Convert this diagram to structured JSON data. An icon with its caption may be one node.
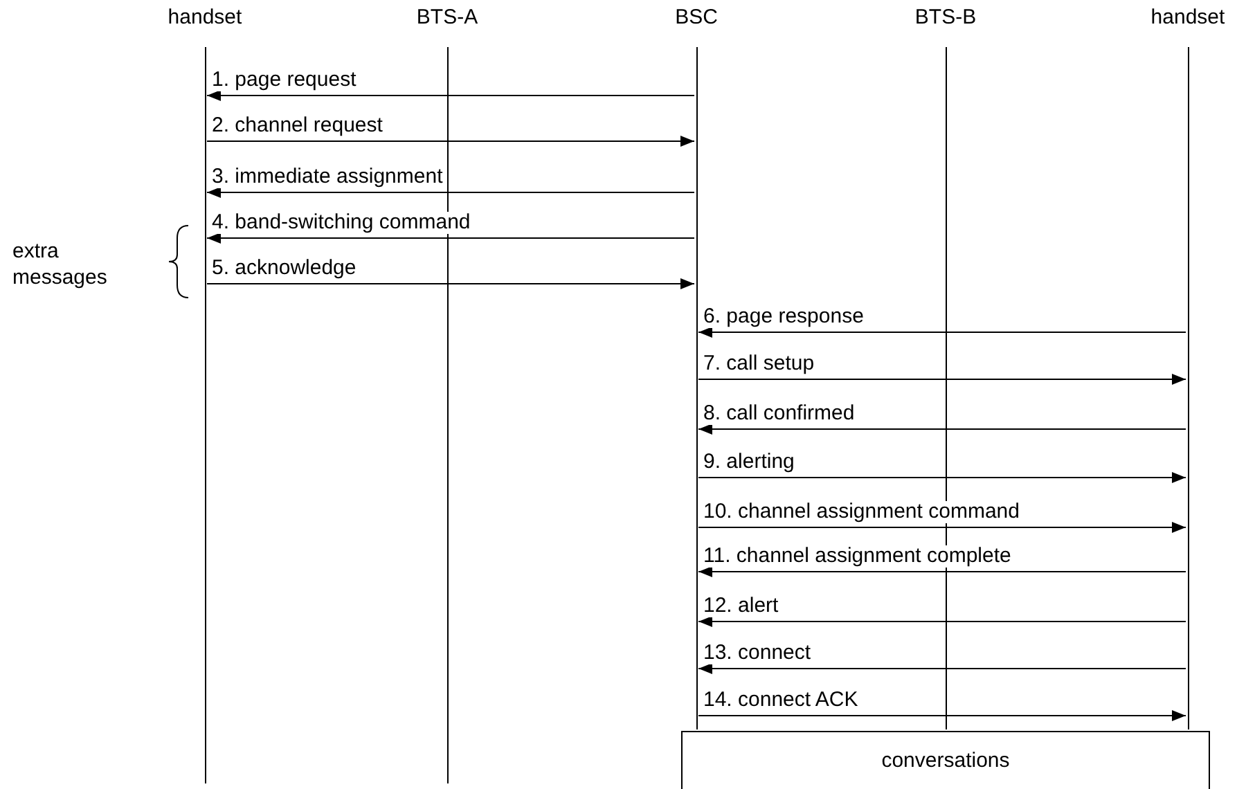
{
  "diagram": {
    "nodes": [
      {
        "text": [
          "handset"
        ]
      },
      {
        "text": [
          "BTS-A"
        ]
      },
      {
        "text": [
          "BSC"
        ]
      },
      {
        "text": [
          "BTS-B"
        ]
      },
      {
        "text": [
          "handset"
        ]
      },
      {
        "text": [
          "conversations"
        ]
      }
    ],
    "edges": [
      {
        "from": 2,
        "to": 0,
        "arrow": "to",
        "label": "1. page request"
      },
      {
        "from": 0,
        "to": 2,
        "arrow": "to",
        "label": "2. channel request"
      },
      {
        "from": 2,
        "to": 0,
        "arrow": "to",
        "label": "3. immediate assignment"
      },
      {
        "from": 2,
        "to": 0,
        "arrow": "to",
        "label": "4. band-switching command"
      },
      {
        "from": 0,
        "to": 2,
        "arrow": "to",
        "label": "5. acknowledge"
      },
      {
        "from": 4,
        "to": 2,
        "arrow": "to",
        "label": "6. page response"
      },
      {
        "from": 2,
        "to": 4,
        "arrow": "to",
        "label": "7. call setup"
      },
      {
        "from": 4,
        "to": 2,
        "arrow": "to",
        "label": "8. call confirmed"
      },
      {
        "from": 2,
        "to": 4,
        "arrow": "to",
        "label": "9. alerting"
      },
      {
        "from": 2,
        "to": 4,
        "arrow": "to",
        "label": "10. channel assignment command"
      },
      {
        "from": 4,
        "to": 2,
        "arrow": "to",
        "label": "11. channel assignment complete"
      },
      {
        "from": 4,
        "to": 2,
        "arrow": "to",
        "label": "12. alert"
      },
      {
        "from": 4,
        "to": 2,
        "arrow": "to",
        "label": "13. connect"
      },
      {
        "from": 2,
        "to": 4,
        "arrow": "to",
        "label": "14. connect ACK"
      }
    ],
    "labels": [
      "extra messages"
    ]
  }
}
